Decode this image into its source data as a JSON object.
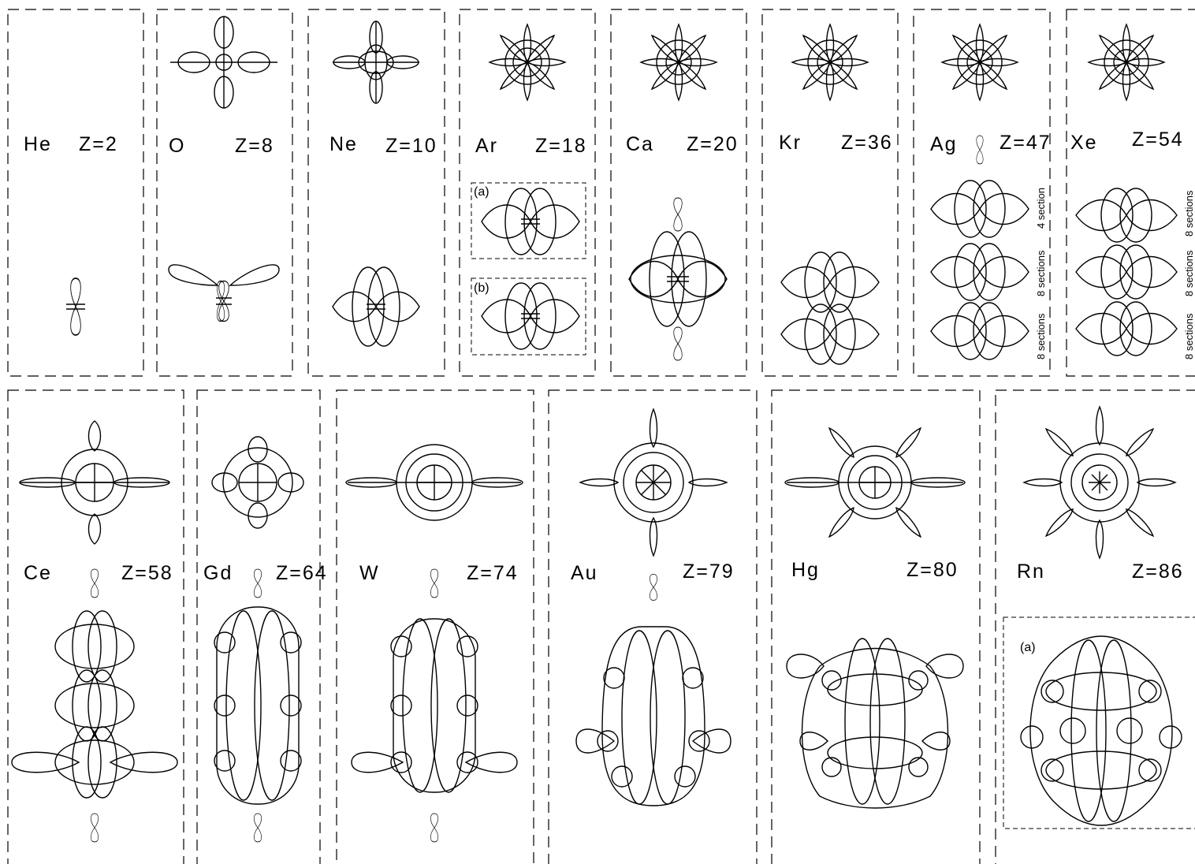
{
  "elements": [
    {
      "symbol": "He",
      "z": "Z=2"
    },
    {
      "symbol": "O",
      "z": "Z=8"
    },
    {
      "symbol": "Ne",
      "z": "Z=10"
    },
    {
      "symbol": "Ar",
      "z": "Z=18",
      "sublabels": [
        "(a)",
        "(b)"
      ]
    },
    {
      "symbol": "Ca",
      "z": "Z=20"
    },
    {
      "symbol": "Kr",
      "z": "Z=36"
    },
    {
      "symbol": "Ag",
      "z": "Z=47",
      "sections": [
        "4 section",
        "8 sections",
        "8 sections"
      ]
    },
    {
      "symbol": "Xe",
      "z": "Z=54",
      "sections": [
        "8 sections",
        "8 sections",
        "8 sections"
      ]
    },
    {
      "symbol": "Ce",
      "z": "Z=58"
    },
    {
      "symbol": "Gd",
      "z": "Z=64"
    },
    {
      "symbol": "W",
      "z": "Z=74"
    },
    {
      "symbol": "Au",
      "z": "Z=79"
    },
    {
      "symbol": "Hg",
      "z": "Z=80"
    },
    {
      "symbol": "Rn",
      "z": "Z=86",
      "sublabels": [
        "(a)"
      ]
    }
  ],
  "colors": {
    "ink": "#000000",
    "background": "#ffffff"
  }
}
